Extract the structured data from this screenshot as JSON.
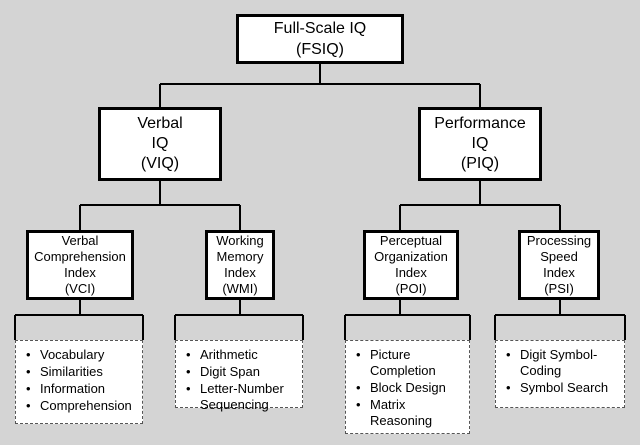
{
  "root": {
    "line1": "Full-Scale IQ",
    "line2": "(FSIQ)"
  },
  "verbal": {
    "line1": "Verbal",
    "line2": "IQ",
    "line3": "(VIQ)"
  },
  "performance": {
    "line1": "Performance",
    "line2": "IQ",
    "line3": "(PIQ)"
  },
  "vci": {
    "line1": "Verbal",
    "line2": "Comprehension",
    "line3": "Index",
    "line4": "(VCI)",
    "items": [
      [
        "Vocabulary"
      ],
      [
        "Similarities"
      ],
      [
        "Information"
      ],
      [
        "Comprehension"
      ]
    ]
  },
  "wmi": {
    "line1": "Working",
    "line2": "Memory",
    "line3": "Index",
    "line4": "(WMI)",
    "items": [
      [
        "Arithmetic"
      ],
      [
        "Digit Span"
      ],
      [
        "Letter-Number",
        "Sequencing"
      ]
    ]
  },
  "poi": {
    "line1": "Perceptual",
    "line2": "Organization",
    "line3": "Index",
    "line4": "(POI)",
    "items": [
      [
        "Picture",
        "Completion"
      ],
      [
        "Block Design"
      ],
      [
        "Matrix",
        "Reasoning"
      ]
    ]
  },
  "psi": {
    "line1": "Processing",
    "line2": "Speed",
    "line3": "Index",
    "line4": "(PSI)",
    "items": [
      [
        "Digit Symbol-",
        "Coding"
      ],
      [
        "Symbol Search"
      ]
    ]
  }
}
